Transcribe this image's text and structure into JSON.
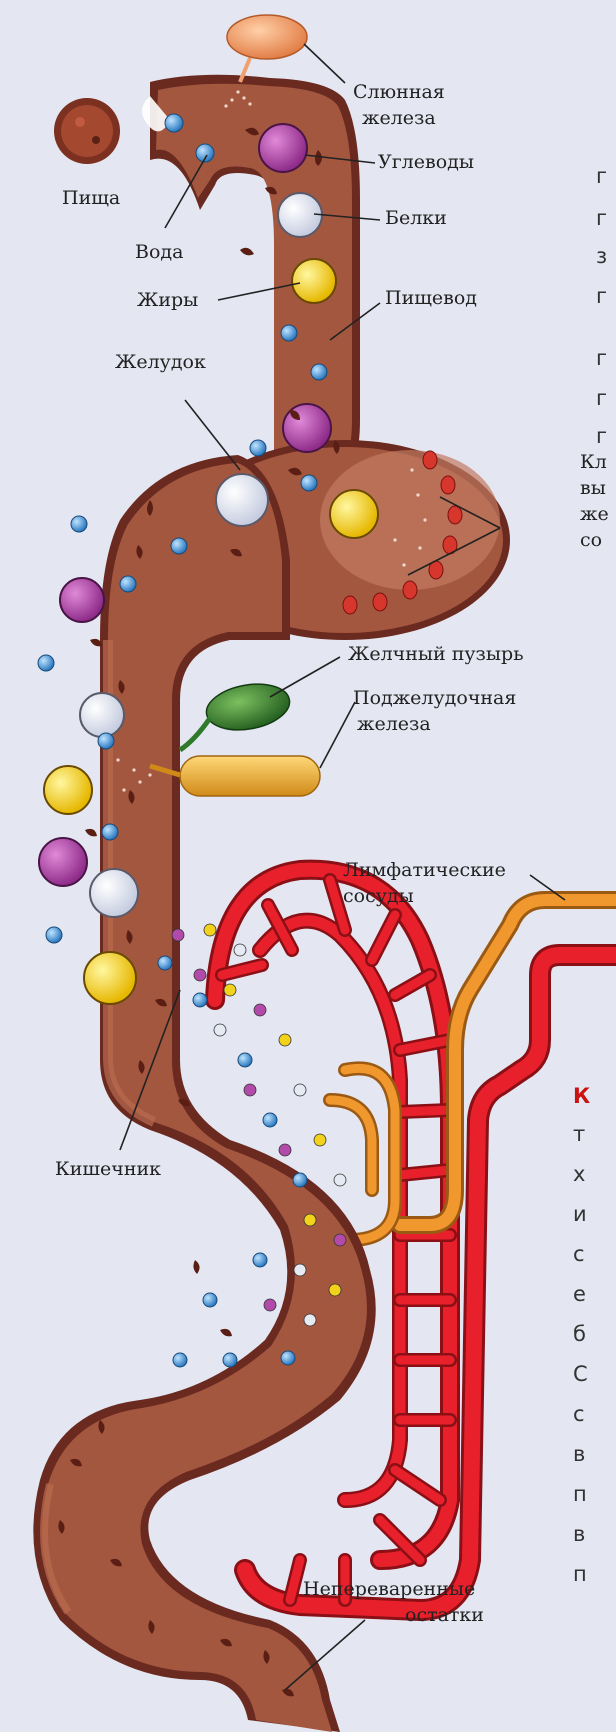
{
  "labels": {
    "salivary_gland": "Слюнная железа",
    "salivary_gland_line1": "Слюнная",
    "salivary_gland_line2": "железа",
    "carbohydrates": "Углеводы",
    "food": "Пища",
    "proteins": "Белки",
    "water": "Вода",
    "fats": "Жиры",
    "esophagus": "Пищевод",
    "stomach": "Желудок",
    "gallbladder": "Желчный пузырь",
    "pancreas_line1": "Поджелудочная",
    "pancreas_line2": "железа",
    "lymph_line1": "Лимфатические",
    "lymph_line2": "сосуды",
    "intestine": "Кишечник",
    "undigested_line1": "Непереваренные",
    "undigested_line2": "остатки"
  },
  "cut_off_text": {
    "cells_secreting": [
      "Кл",
      "вы",
      "же",
      "со"
    ],
    "right_column_top": [
      "г",
      "г",
      "з",
      "г",
      "г",
      "г",
      "г"
    ],
    "right_column_bottom_bold": "К",
    "right_column_bottom": [
      "т",
      "х",
      "и",
      "с",
      "е",
      "б",
      "С",
      "с",
      "в",
      "п",
      "в",
      "п"
    ]
  },
  "colors": {
    "tract": "#a4573f",
    "tract_outline": "#6a2a20",
    "tract_shadow": "#7d3526",
    "tract_light": "#b96b50",
    "stomach_tint": "#c68067",
    "blood_vessel": "#e8202c",
    "lymph_vessel": "#e8902e",
    "water_drop": "#3f8fd0",
    "carbohydrate": "#b24aa9",
    "protein": "#e6eaf2",
    "fat": "#f2d21a",
    "gallbladder": "#2d7a2a",
    "pancreas": "#eeaf38",
    "salivary": "#f0a070",
    "food": "#7b3020",
    "gland_bulb": "#d6362c",
    "background": "#e4e6f2"
  }
}
